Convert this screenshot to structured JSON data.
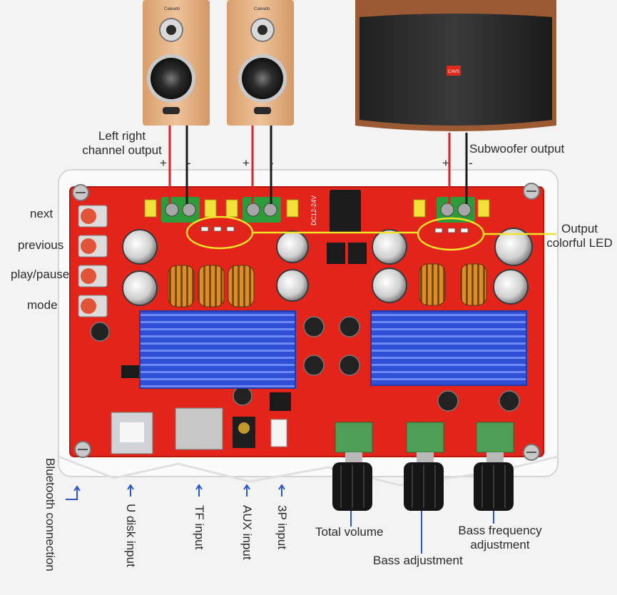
{
  "labels": {
    "left_right_output": [
      "Left  right",
      "channel output"
    ],
    "subwoofer_output": "Subwoofer output",
    "output_led": [
      "Output",
      "colorful LED"
    ],
    "next": "next",
    "previous": "previous",
    "play_pause": "play/pause",
    "mode": "mode",
    "bluetooth": "Bluetooth connection",
    "u_disk": "U disk input",
    "tf": "TF input",
    "aux": "AUX input",
    "p3": "3P input",
    "total_volume": "Total volume",
    "bass_adjustment": "Bass adjustment",
    "bass_freq": [
      "Bass frequency",
      "adjustment"
    ]
  },
  "polarity": {
    "plus": "+",
    "minus": "-"
  },
  "board_text": {
    "dc_label": "DC12-24V",
    "speaker_brand": "Caleado",
    "sub_brand": "CAVS"
  },
  "colors": {
    "board_red": "#e3241b",
    "heatsink_blue": "#2f4fd6",
    "terminal_green": "#2e9b3a",
    "wood": "#e3b184",
    "led_ring": "#f2e22a",
    "label_text": "#2b2b2b",
    "arrow_blue": "#2c55c8"
  },
  "icons": [
    "up-arrow-icon",
    "corner-arrow-icon",
    "pointer-line-icon"
  ]
}
